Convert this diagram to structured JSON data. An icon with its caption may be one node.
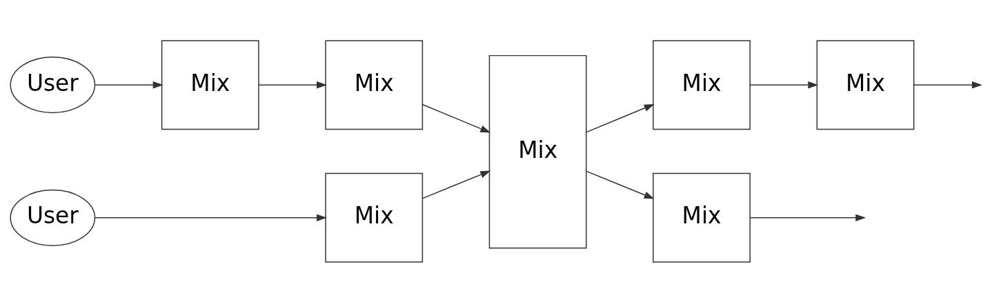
{
  "diagram": {
    "nodes": [
      {
        "text": [
          "User"
        ]
      },
      {
        "text": [
          "Mix"
        ]
      },
      {
        "text": [
          "Mix"
        ]
      },
      {
        "text": [
          "Mix"
        ]
      },
      {
        "text": [
          "Mix"
        ]
      },
      {
        "text": [
          "Mix"
        ]
      },
      {
        "text": [
          "User"
        ]
      },
      {
        "text": [
          "Mix"
        ]
      },
      {
        "text": [
          "Mix"
        ]
      }
    ],
    "edges": [
      {
        "from": 0,
        "to": 1,
        "arrow": "to"
      },
      {
        "from": 1,
        "to": 2,
        "arrow": "to"
      },
      {
        "from": 2,
        "to": 3,
        "arrow": "to"
      },
      {
        "from": 3,
        "to": 4,
        "arrow": "to"
      },
      {
        "from": 4,
        "to": 5,
        "arrow": "to"
      },
      {
        "from": 5,
        "to": null,
        "arrow": "to"
      },
      {
        "from": 6,
        "to": 7,
        "arrow": "to"
      },
      {
        "from": 7,
        "to": 3,
        "arrow": "to"
      },
      {
        "from": 3,
        "to": 8,
        "arrow": "to"
      },
      {
        "from": 8,
        "to": null,
        "arrow": "to"
      }
    ]
  }
}
